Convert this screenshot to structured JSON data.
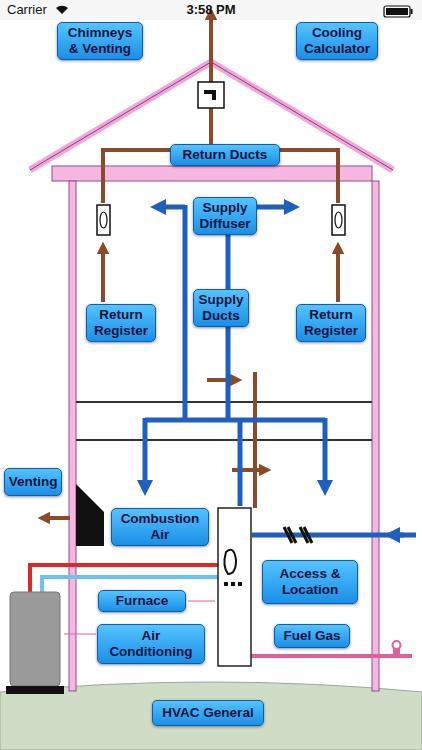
{
  "diagram": {
    "nodes": [
      {
        "text": [
          "Chimneys & Venting"
        ]
      },
      {
        "text": [
          "Cooling Calculator"
        ]
      },
      {
        "text": [
          "Return Ducts"
        ]
      },
      {
        "text": [
          "Supply Diffuser"
        ]
      },
      {
        "text": [
          "Supply Ducts"
        ]
      },
      {
        "text": [
          "Return Register"
        ]
      },
      {
        "text": [
          "Return Register"
        ]
      },
      {
        "text": [
          "Venting"
        ]
      },
      {
        "text": [
          "Combustion Air"
        ]
      },
      {
        "text": [
          "Access & Location"
        ]
      },
      {
        "text": [
          "Furnace"
        ]
      },
      {
        "text": [
          "Air Conditioning"
        ]
      },
      {
        "text": [
          "Fuel Gas"
        ]
      },
      {
        "text": [
          "HVAC General"
        ]
      }
    ],
    "labels": [
      "Carrier",
      "3:58 PM"
    ]
  }
}
